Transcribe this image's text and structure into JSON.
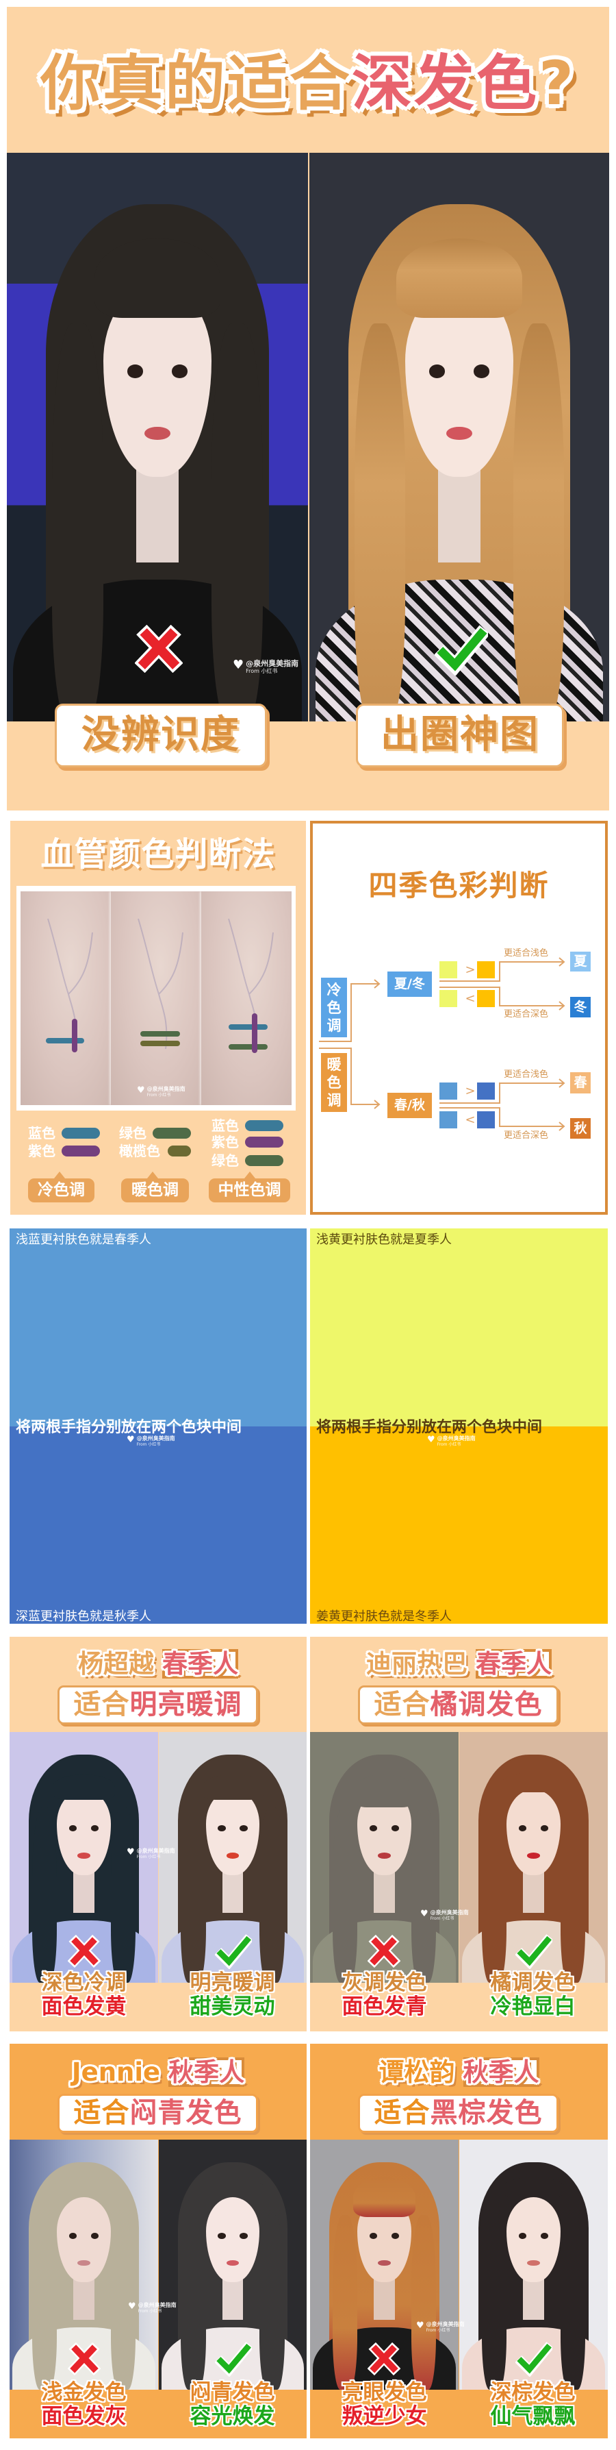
{
  "hero": {
    "title": {
      "normal": "你真的适合",
      "highlight": "深发色",
      "suffix": "?"
    },
    "left": {
      "label": "没辨识度",
      "mark": "cross-icon"
    },
    "right": {
      "label": "出圈神图",
      "mark": "check-icon"
    }
  },
  "watermark": {
    "icon": "heart-icon",
    "handle": "@泉州臭美指南",
    "source": "From 小红书"
  },
  "vein_method": {
    "title": "血管颜色判断法",
    "groups": [
      {
        "tag": "冷色调",
        "legend": [
          {
            "label": "蓝色",
            "color": "#3b7a98"
          },
          {
            "label": "紫色",
            "color": "#74407e"
          }
        ]
      },
      {
        "tag": "暖色调",
        "legend": [
          {
            "label": "绿色",
            "color": "#4f6b47"
          },
          {
            "label": "橄榄色",
            "color": "#6b6a33"
          }
        ]
      },
      {
        "tag": "中性色调",
        "legend": [
          {
            "label": "蓝色",
            "color": "#3b7a98"
          },
          {
            "label": "紫色",
            "color": "#74407e"
          },
          {
            "label": "绿色",
            "color": "#4f6b47"
          }
        ]
      }
    ]
  },
  "season_method": {
    "title": "四季色彩判断",
    "branches": [
      {
        "tone": "冷色调",
        "tone_chars": [
          "冷",
          "色",
          "调"
        ],
        "tone_color": "#5ba4e6",
        "pair": "夏/冬",
        "swatch_light": "#eef76a",
        "swatch_dark": "#ffc000",
        "greater": ">",
        "less": "<",
        "light_hint": "更适合浅色",
        "dark_hint": "更适合深色",
        "light_result": "夏",
        "light_result_color": "#8ec5f3",
        "dark_result": "冬",
        "dark_result_color": "#2a7fd4"
      },
      {
        "tone": "暖色调",
        "tone_chars": [
          "暖",
          "色",
          "调"
        ],
        "tone_color": "#ea9a3e",
        "pair": "春/秋",
        "swatch_light": "#5b9bd5",
        "swatch_dark": "#4472c4",
        "greater": ">",
        "less": "<",
        "light_hint": "更适合浅色",
        "dark_hint": "更适合深色",
        "light_result": "春",
        "light_result_color": "#f5b878",
        "dark_result": "秋",
        "dark_result_color": "#d9782a"
      }
    ]
  },
  "color_test": {
    "instruction": "将两根手指分别放在两个色块中间",
    "blue": {
      "top_label": "浅蓝更衬肤色就是春季人",
      "bottom_label": "深蓝更衬肤色就是秋季人",
      "light": "#5b9bd5",
      "dark": "#4472c4"
    },
    "yellow": {
      "top_label": "浅黄更衬肤色就是夏季人",
      "bottom_label": "姜黄更衬肤色就是冬季人",
      "light": "#eef76a",
      "dark": "#ffc000"
    }
  },
  "celebrities": [
    {
      "name": "杨超越",
      "season": "春季人",
      "sub_prefix": "适合",
      "sub_highlight": "明亮暖调",
      "bad": {
        "mark": "cross-icon",
        "line1": "深色冷调",
        "line2": "面色发黄"
      },
      "good": {
        "mark": "check-icon",
        "line1": "明亮暖调",
        "line2": "甜美灵动"
      }
    },
    {
      "name": "迪丽热巴",
      "season": "春季人",
      "sub_prefix": "适合",
      "sub_highlight": "橘调发色",
      "bad": {
        "mark": "cross-icon",
        "line1": "灰调发色",
        "line2": "面色发青"
      },
      "good": {
        "mark": "check-icon",
        "line1": "橘调发色",
        "line2": "冷艳显白"
      }
    },
    {
      "name": "Jennie",
      "season": "秋季人",
      "sub_prefix": "适合",
      "sub_highlight": "闷青发色",
      "bad": {
        "mark": "cross-icon",
        "line1": "浅金发色",
        "line2": "面色发灰"
      },
      "good": {
        "mark": "check-icon",
        "line1": "闷青发色",
        "line2": "容光焕发"
      }
    },
    {
      "name": "谭松韵",
      "season": "秋季人",
      "sub_prefix": "适合",
      "sub_highlight": "黑棕发色",
      "bad": {
        "mark": "cross-icon",
        "line1": "亮眼发色",
        "line2": "叛逆少女"
      },
      "good": {
        "mark": "check-icon",
        "line1": "深棕发色",
        "line2": "仙气飘飘"
      }
    }
  ],
  "palette": {
    "peach_bg": "#fdd5a5",
    "orange_bg": "#f7aa4e",
    "title_orange": "#e8a55a",
    "title_pink": "#e4606a",
    "cross_red": "#e8232b",
    "check_green": "#1db31d"
  }
}
